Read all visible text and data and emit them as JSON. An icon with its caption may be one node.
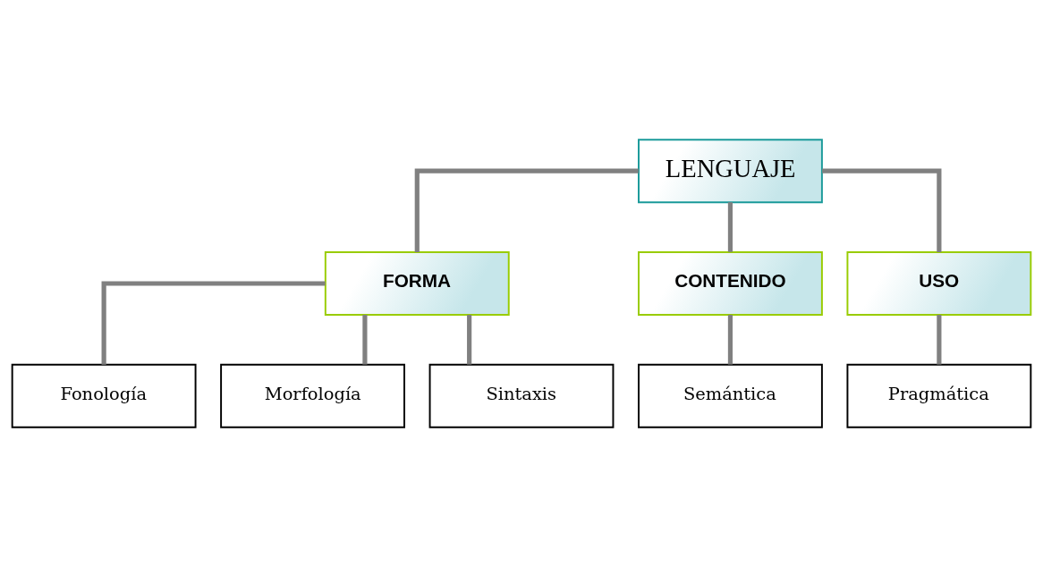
{
  "diagram": {
    "nodes": [
      {
        "text": [
          "LENGUAJE"
        ]
      },
      {
        "text": [
          "FORMA"
        ]
      },
      {
        "text": [
          "CONTENIDO"
        ]
      },
      {
        "text": [
          "USO"
        ]
      },
      {
        "text": [
          "Fonología"
        ]
      },
      {
        "text": [
          "Morfología"
        ]
      },
      {
        "text": [
          "Sintaxis"
        ]
      },
      {
        "text": [
          "Semántica"
        ]
      },
      {
        "text": [
          "Pragmática"
        ]
      }
    ],
    "edges": [
      {
        "from": 0,
        "to": 1,
        "arrow": "none"
      },
      {
        "from": 0,
        "to": 2,
        "arrow": "none"
      },
      {
        "from": 0,
        "to": 3,
        "arrow": "none"
      },
      {
        "from": 1,
        "to": 4,
        "arrow": "none"
      },
      {
        "from": 1,
        "to": 5,
        "arrow": "none"
      },
      {
        "from": 1,
        "to": 6,
        "arrow": "none"
      },
      {
        "from": 2,
        "to": 7,
        "arrow": "none"
      },
      {
        "from": 3,
        "to": 8,
        "arrow": "none"
      }
    ]
  }
}
